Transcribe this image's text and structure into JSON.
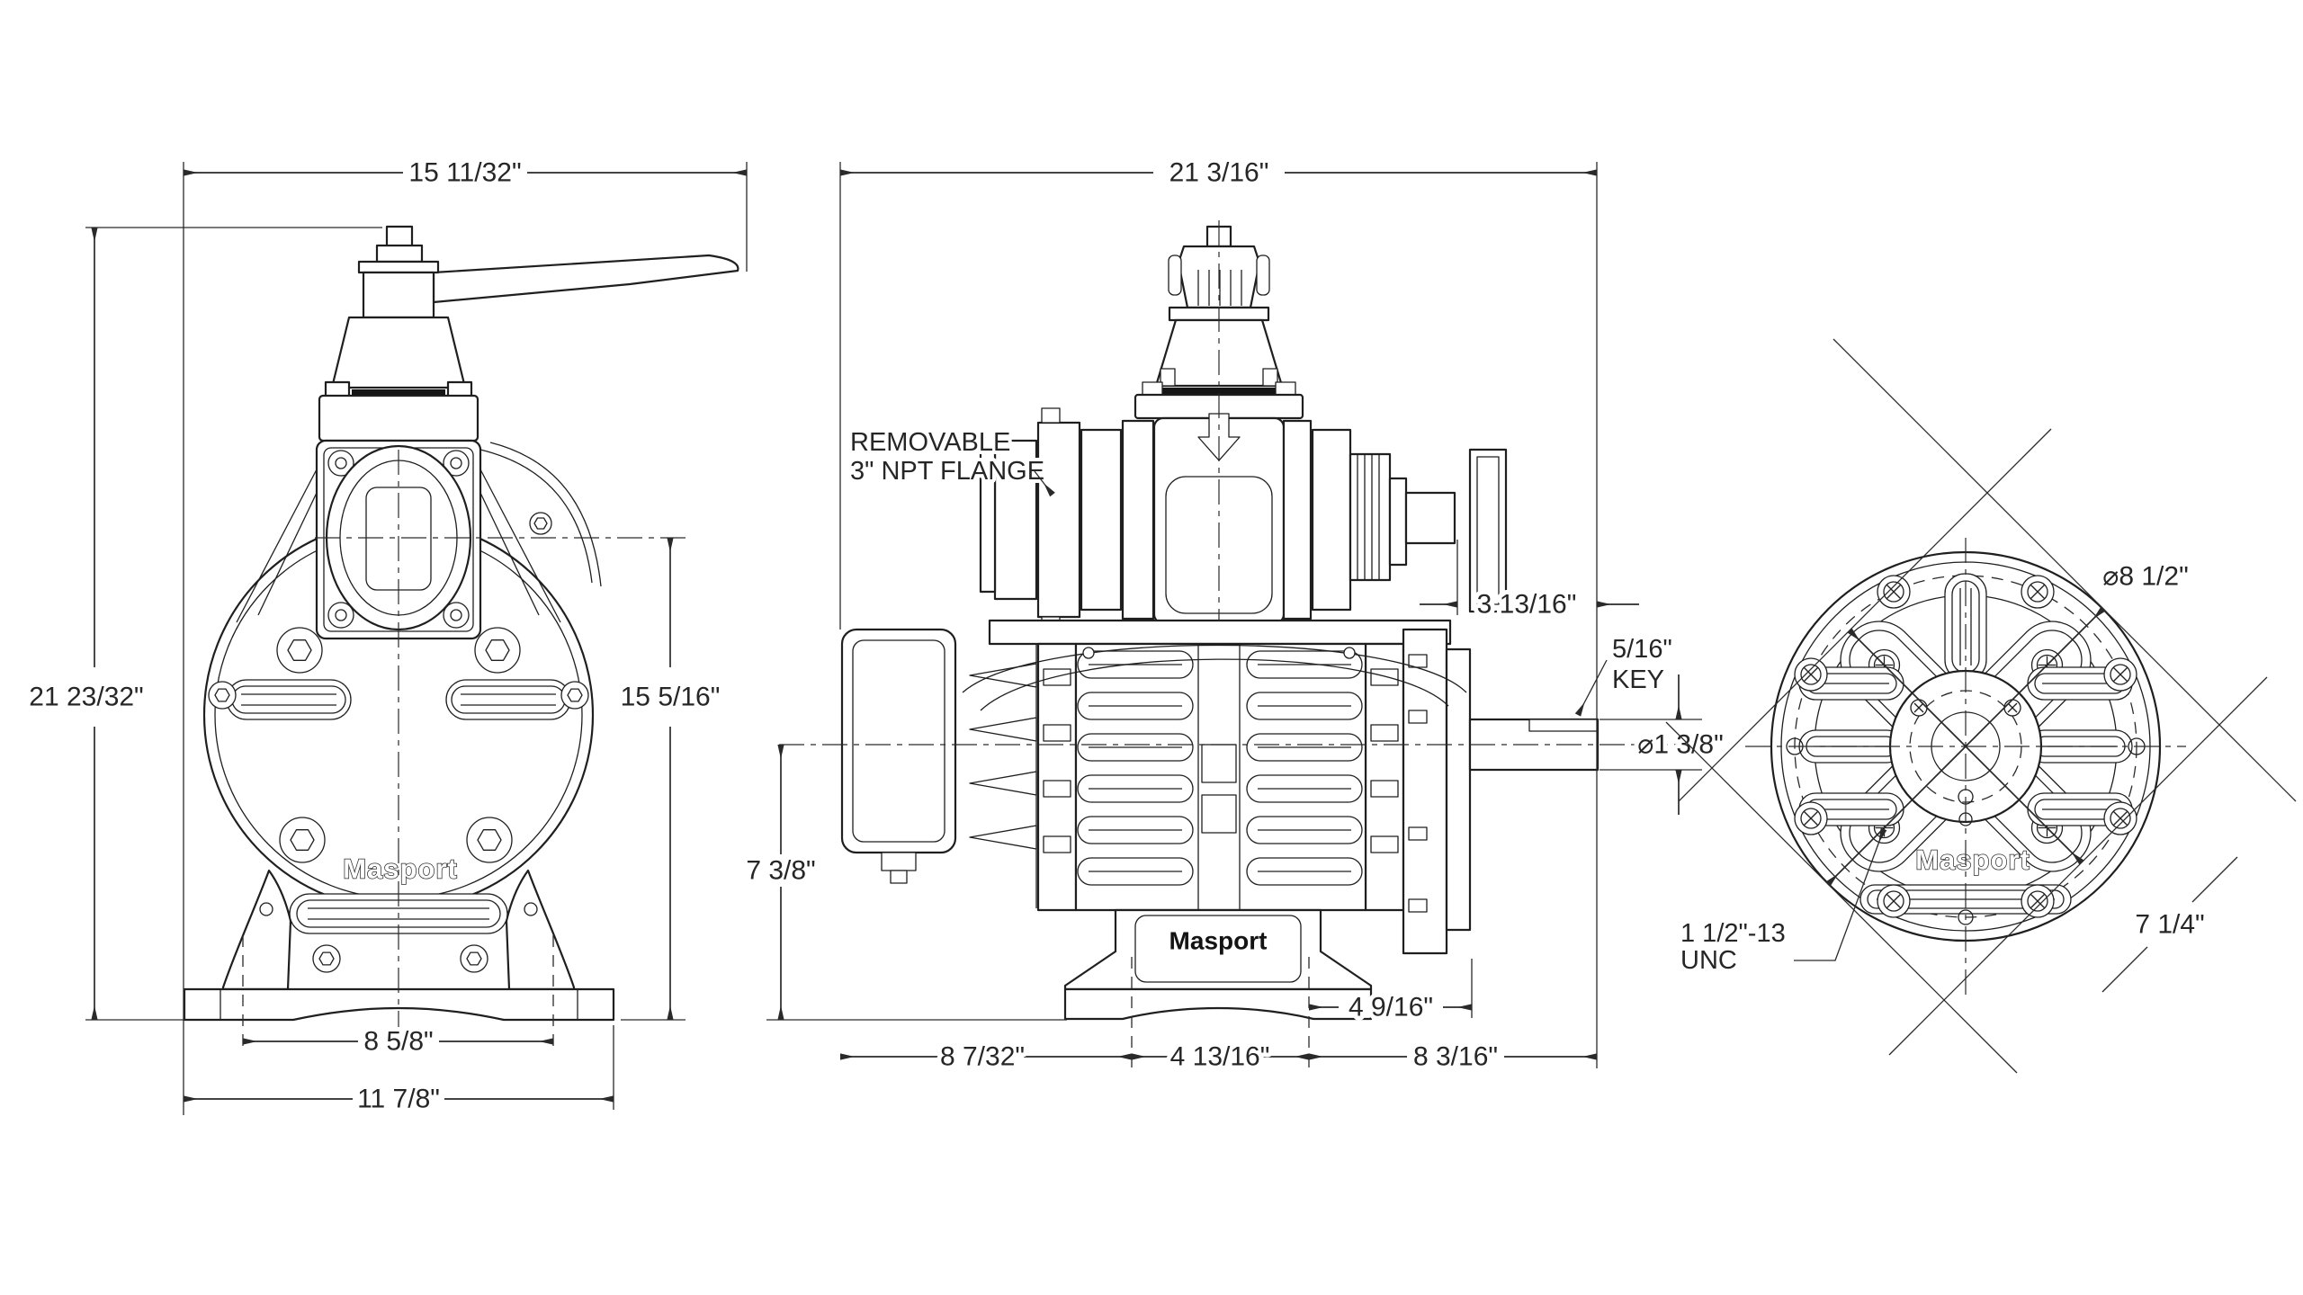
{
  "colors": {
    "background": "#ffffff",
    "line": "#1f1f1f",
    "dim_text": "#262626"
  },
  "front_view": {
    "logo": "Masport",
    "dim_overall_width": "15 11/32\"",
    "dim_overall_height": "21 23/32\"",
    "dim_centerline_height": "15 5/16\"",
    "dim_foot_bolt_spacing": "8 5/8\"",
    "dim_base_width": "11 7/8\""
  },
  "side_view": {
    "logo": "Masport",
    "note_flange_line1": "REMOVABLE",
    "note_flange_line2": "3\" NPT FLANGE",
    "dim_overall_width": "21 3/16\"",
    "dim_flange_to_shaft": "3 13/16\"",
    "note_key_line1": "5/16\"",
    "note_key_line2": "KEY",
    "dim_shaft_diameter": "⌀1 3/8\"",
    "dim_shaft_height": "7 3/8\"",
    "dim_foot_to_housing": "4 9/16\"",
    "dim_base_left": "8 7/32\"",
    "dim_foot_spacing": "4 13/16\"",
    "dim_base_right": "8 3/16\""
  },
  "end_view": {
    "logo": "Masport",
    "dim_cover_diameter": "⌀8 1/2\"",
    "dim_across_corners": "7 1/4\"",
    "note_thread_line1": "1 1/2\"-13",
    "note_thread_line2": "UNC"
  }
}
